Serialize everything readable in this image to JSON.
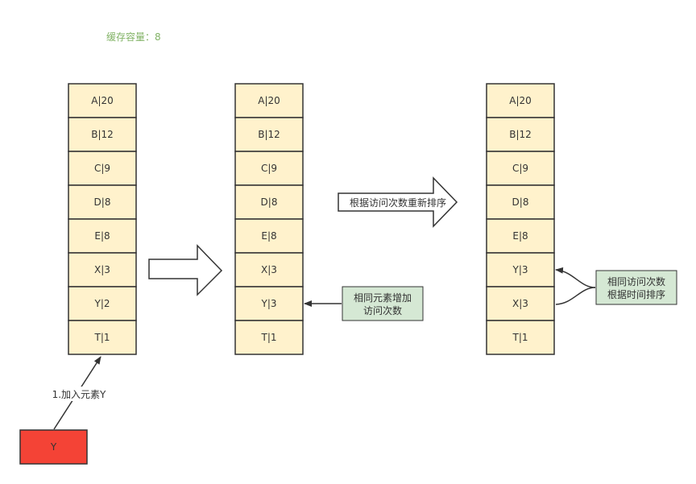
{
  "capacity_label": "缓存容量：8",
  "columns": [
    {
      "cells": [
        "A|20",
        "B|12",
        "C|9",
        "D|8",
        "E|8",
        "X|3",
        "Y|2",
        "T|1"
      ]
    },
    {
      "cells": [
        "A|20",
        "B|12",
        "C|9",
        "D|8",
        "E|8",
        "X|3",
        "Y|3",
        "T|1"
      ]
    },
    {
      "cells": [
        "A|20",
        "B|12",
        "C|9",
        "D|8",
        "E|8",
        "Y|3",
        "X|3",
        "T|1"
      ]
    }
  ],
  "new_element": {
    "label": "Y"
  },
  "add_label": "1.加入元素Y",
  "reorder_label": "根据访问次数重新排序",
  "note_increment": [
    "相同元素增加",
    "访问次数"
  ],
  "note_same_count": [
    "相同访问次数",
    "根据时间排序"
  ],
  "colors": {
    "cell_fill": "#fff2cc",
    "cell_stroke": "#333333",
    "note_fill": "#d5e8d4",
    "new_fill": "#f44336",
    "caption": "#82b366"
  }
}
